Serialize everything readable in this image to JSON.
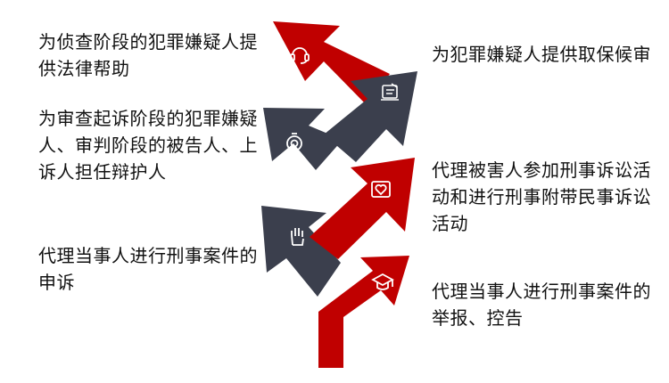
{
  "colors": {
    "red": "#C00000",
    "dark": "#3B3F4D",
    "icon": "#ffffff"
  },
  "left_items": [
    {
      "text": "为侦查阶段的犯罪嫌疑人提供法律帮助",
      "icon": "headset-icon",
      "color": "red"
    },
    {
      "text": "为审查起诉阶段的犯罪嫌疑人、审判阶段的被告人、上诉人担任辩护人",
      "icon": "bell-icon",
      "color": "dark"
    },
    {
      "text": "代理当事人进行刑事案件的申诉",
      "icon": "hand-icon",
      "color": "dark"
    }
  ],
  "right_items": [
    {
      "text": "为犯罪嫌疑人提供取保候审",
      "icon": "document-icon",
      "color": "dark"
    },
    {
      "text": "代理被害人参加刑事诉讼活动和进行刑事附带民事诉讼活动",
      "icon": "heart-card-icon",
      "color": "red"
    },
    {
      "text": "代理当事人进行刑事案件的举报、控告",
      "icon": "graduation-cap-icon",
      "color": "red"
    }
  ]
}
